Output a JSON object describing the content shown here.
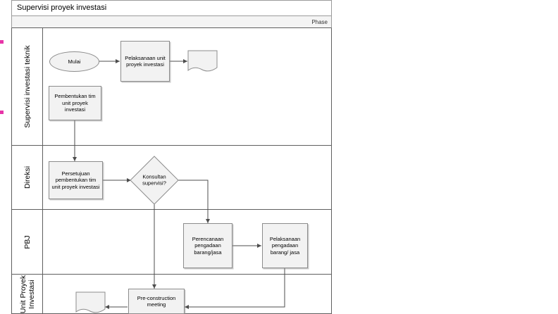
{
  "diagram": {
    "title": "Supervisi proyek investasi",
    "phase_label": "Phase",
    "lanes": [
      {
        "id": "lane-supervisi",
        "title": "Supervisi investasi teknik"
      },
      {
        "id": "lane-direksi",
        "title": "Direksi"
      },
      {
        "id": "lane-pbj",
        "title": "PBJ"
      },
      {
        "id": "lane-unit",
        "title": "Unit Proyek\nInvestasi"
      }
    ],
    "nodes": {
      "start": {
        "label": "Mulai",
        "type": "start-event"
      },
      "pelaksanaan_unit": {
        "label": "Pelaksanaan unit proyek investasi",
        "type": "task"
      },
      "pembentukan_tim": {
        "label": "Pembentukan tim unit proyek investasi",
        "type": "task"
      },
      "doc_top": {
        "label": "",
        "type": "document"
      },
      "persetujuan": {
        "label": "Persetujuan pembentukan tim unit proyek investasi",
        "type": "task"
      },
      "konsultan": {
        "label": "Konsultan supervisi?",
        "type": "gateway"
      },
      "perencanaan": {
        "label": "Perencanaan pengadaan barang/jasa",
        "type": "task"
      },
      "pelaksanaan_pengadaan": {
        "label": "Pelaksanaan pengadaan barang/ jasa",
        "type": "task"
      },
      "preconstruction": {
        "label": "Pre-construction meeting",
        "type": "task"
      },
      "doc_bottom": {
        "label": "",
        "type": "document"
      }
    }
  }
}
